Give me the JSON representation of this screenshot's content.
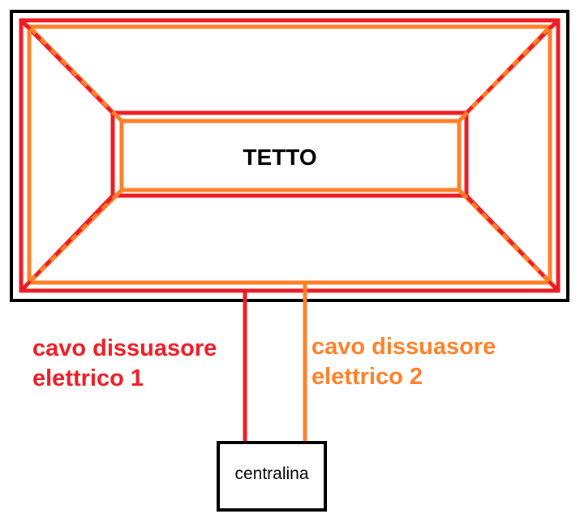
{
  "roof": {
    "label": "TETTO"
  },
  "cables": [
    {
      "line1": "cavo dissuasore",
      "line2": "elettrico 1",
      "color": "#ed1c24"
    },
    {
      "line1": "cavo dissuasore",
      "line2": "elettrico 2",
      "color": "#ff7f27"
    }
  ],
  "control_unit": {
    "label": "centralina"
  },
  "colors": {
    "outline": "#000000",
    "cable_1": "#ed1c24",
    "cable_2": "#ff7f27"
  }
}
